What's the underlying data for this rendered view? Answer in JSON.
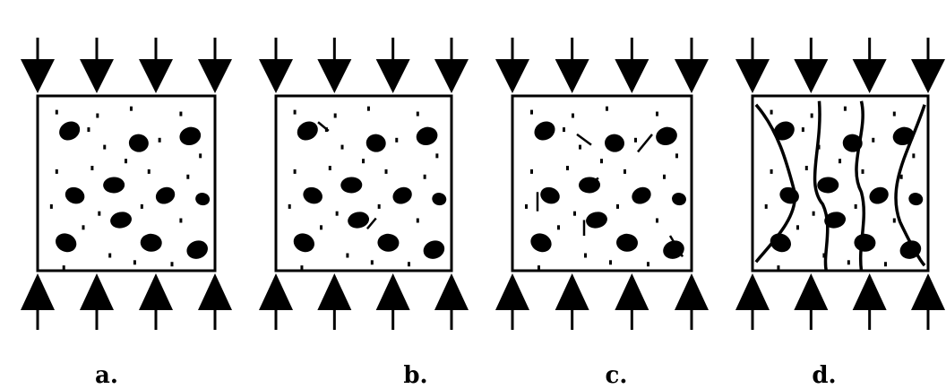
{
  "panels": [
    {
      "caption": "a.",
      "stage": "intact"
    },
    {
      "caption": "b.",
      "stage": "interface-cracks"
    },
    {
      "caption": "c.",
      "stage": "mortar-cracks"
    },
    {
      "caption": "d.",
      "stage": "through-cracks"
    }
  ],
  "colors": {
    "ink": "#000000",
    "background": "#ffffff"
  }
}
